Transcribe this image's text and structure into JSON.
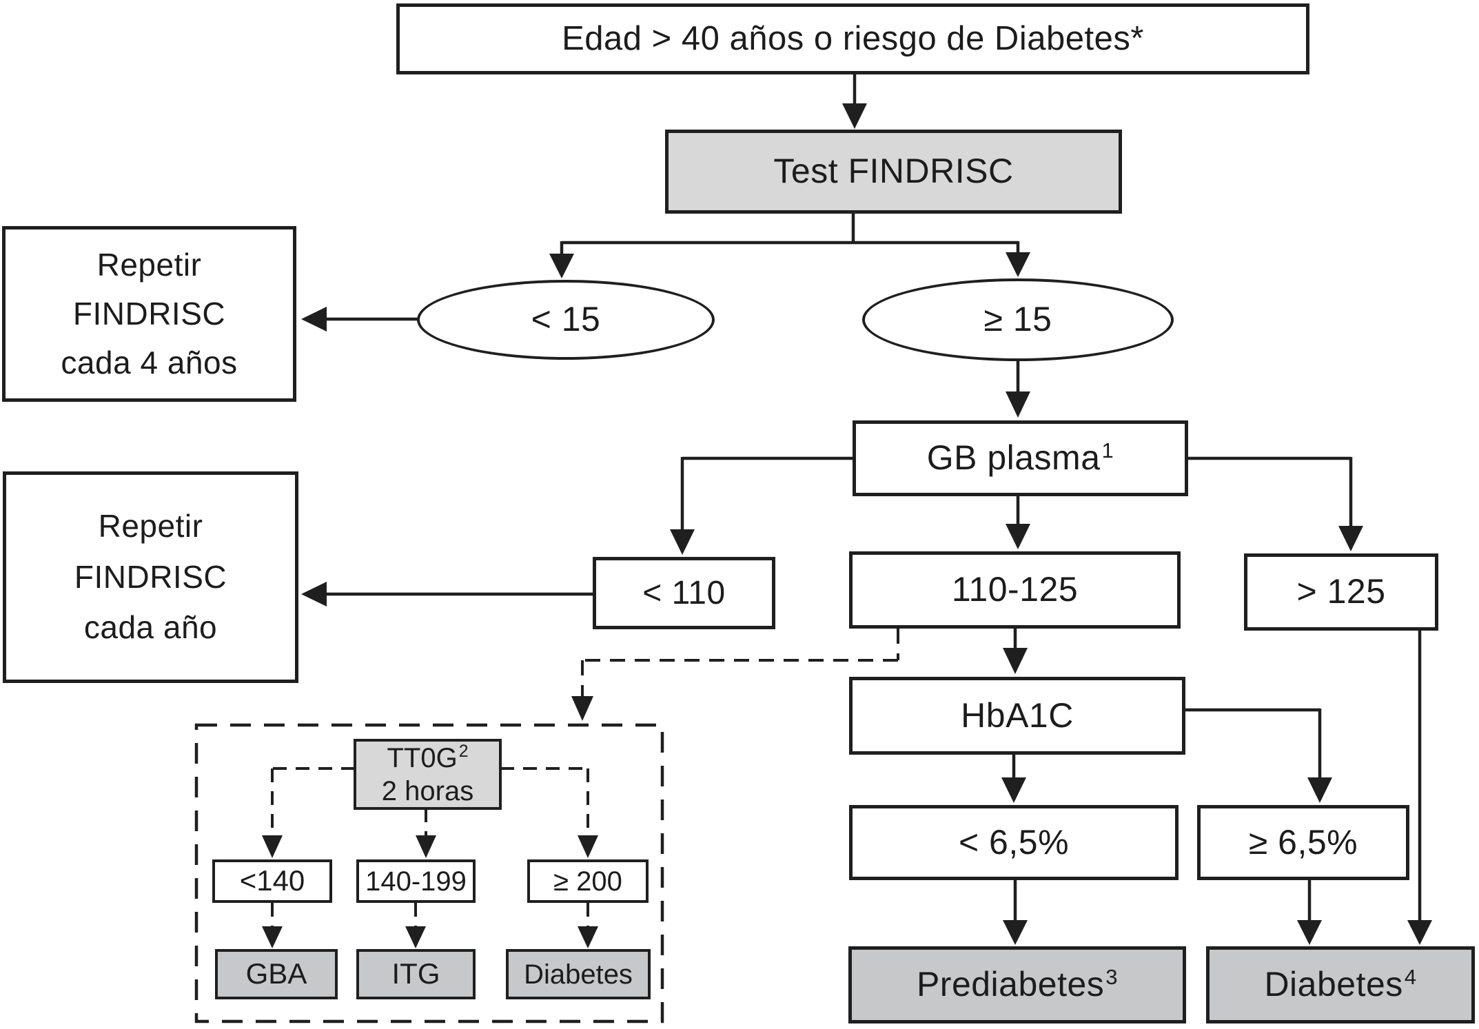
{
  "palette": {
    "background": "#ffffff",
    "line_color": "#1f1f1f",
    "text_color": "#1c1c1c",
    "node_fill": "#ffffff",
    "shaded_fill_light": "#d8d8d8",
    "shaded_fill_medium": "#c6c8ca"
  },
  "nodes": {
    "edad": {
      "label": "Edad > 40 años o riesgo de Diabetes*"
    },
    "test_findrisc": {
      "label": "Test FINDRISC"
    },
    "findrisc_lt15": {
      "label": "< 15"
    },
    "findrisc_ge15": {
      "label": "≥ 15"
    },
    "repetir_4": {
      "line1": "Repetir",
      "line2": "FINDRISC",
      "line3": "cada 4 años"
    },
    "repetir_1": {
      "line1": "Repetir",
      "line2": "FINDRISC",
      "line3": "cada año"
    },
    "gb_plasma": {
      "label": "GB plasma",
      "sup": "1"
    },
    "gb_lt110": {
      "label": "< 110"
    },
    "gb_110_125": {
      "label": "110-125"
    },
    "gb_gt125": {
      "label": "> 125"
    },
    "hba1c": {
      "label": "HbA1C"
    },
    "hba1c_lt65": {
      "label": "< 6,5%"
    },
    "hba1c_ge65": {
      "label": "≥ 6,5%"
    },
    "prediabetes": {
      "label": "Prediabetes",
      "sup": "3"
    },
    "diabetes": {
      "label": "Diabetes",
      "sup": "4"
    },
    "ttog": {
      "label": "TT0G",
      "sup": "2",
      "line2": "2 horas"
    },
    "ttog_lt140": {
      "label": "<140"
    },
    "ttog_140_199": {
      "label": "140-199"
    },
    "ttog_ge200": {
      "label": "≥ 200"
    },
    "gba": {
      "label": "GBA"
    },
    "itg": {
      "label": "ITG"
    },
    "diabetes_ttog": {
      "label": "Diabetes"
    }
  }
}
